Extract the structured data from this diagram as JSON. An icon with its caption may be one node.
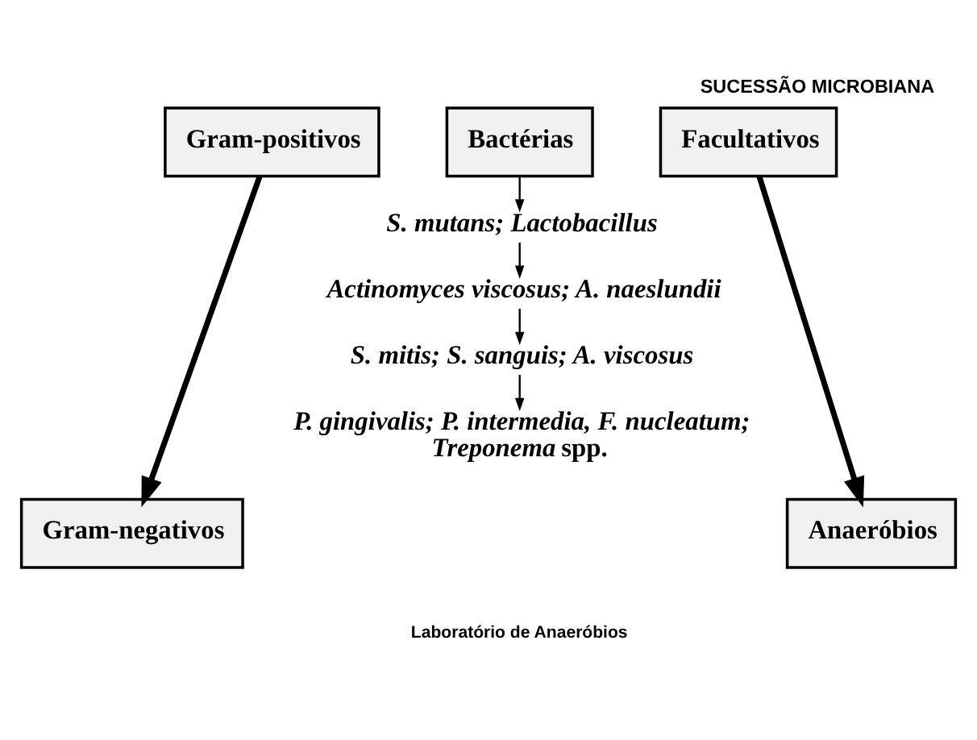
{
  "diagram": {
    "title": "SUCESSÃO MICROBIANA",
    "caption": "Laboratório de Anaeróbios",
    "nodes": [
      {
        "text": [
          "Gram-positivos"
        ]
      },
      {
        "text": [
          "Bactérias"
        ]
      },
      {
        "text": [
          "Facultativos"
        ]
      },
      {
        "text": [
          "*S. mutans; Lactobacillus*"
        ]
      },
      {
        "text": [
          "*Actinomyces viscosus; A. naeslundii*"
        ]
      },
      {
        "text": [
          "*S. mitis; S. sanguis; A. viscosus*"
        ]
      },
      {
        "text": [
          "*P. gingivalis; P. intermedia, F. nucleatum; Treponema* spp."
        ]
      },
      {
        "text": [
          "Gram-negativos"
        ]
      },
      {
        "text": [
          "Anaeróbios"
        ]
      }
    ],
    "edges": [
      {
        "from": 0,
        "to": 7,
        "arrow": "to",
        "style": "thick"
      },
      {
        "from": 1,
        "to": 3,
        "arrow": "to"
      },
      {
        "from": 3,
        "to": 4,
        "arrow": "to"
      },
      {
        "from": 4,
        "to": 5,
        "arrow": "to"
      },
      {
        "from": 5,
        "to": 6,
        "arrow": "to"
      },
      {
        "from": 2,
        "to": 8,
        "arrow": "to",
        "style": "thick"
      }
    ]
  }
}
